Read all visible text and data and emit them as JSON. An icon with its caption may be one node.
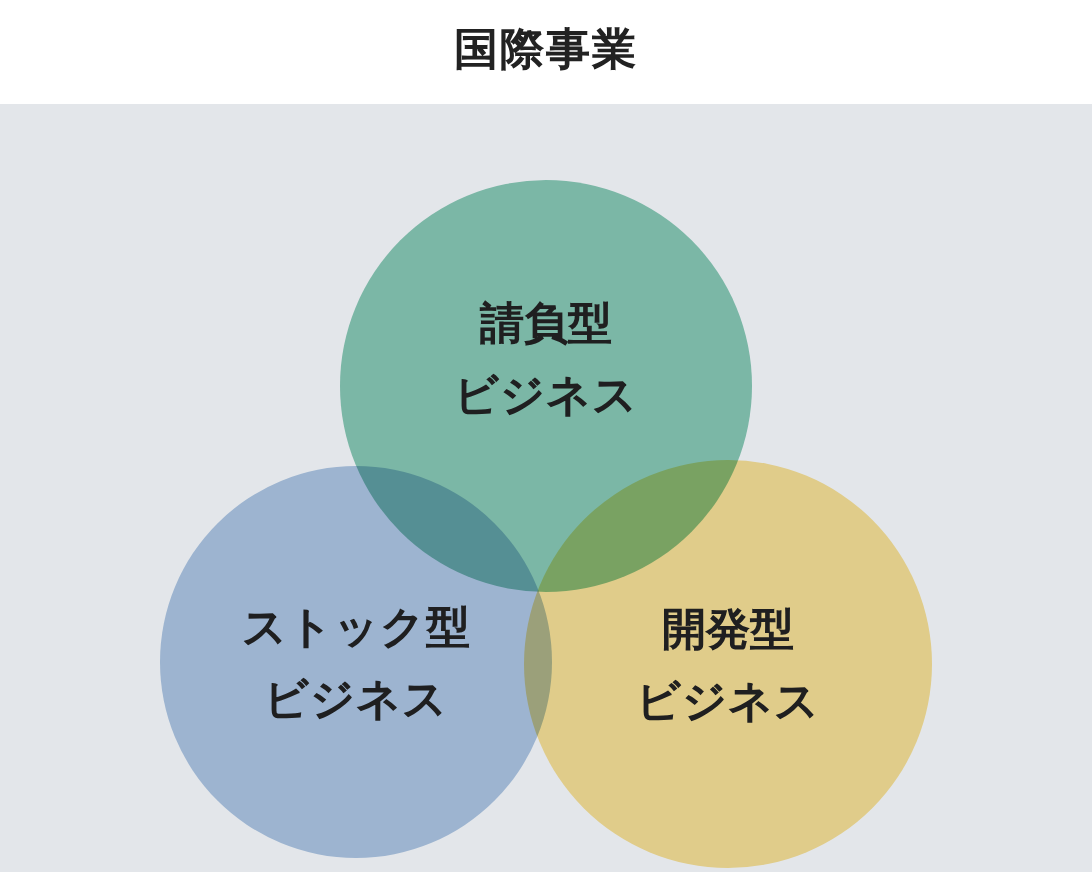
{
  "diagram": {
    "title": "国際事業",
    "nodes": [
      {
        "text": [
          "請負型ビジネス"
        ]
      },
      {
        "text": [
          "ストック型ビジネス"
        ]
      },
      {
        "text": [
          "開発型ビジネス"
        ]
      }
    ]
  }
}
